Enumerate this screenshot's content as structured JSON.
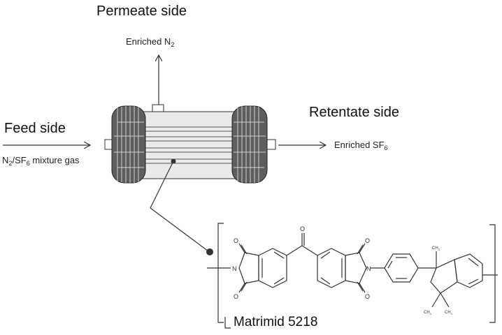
{
  "labels": {
    "permeate_side": "Permeate side",
    "enriched_n2_prefix": "Enriched N",
    "enriched_n2_sub": "2",
    "feed_side": "Feed side",
    "mixture_n": "N",
    "mixture_sub1": "2",
    "mixture_mid": "/SF",
    "mixture_sub2": "6",
    "mixture_suffix": " mixture gas",
    "retentate_side": "Retentate side",
    "enriched_sf6_prefix": "Enriched SF",
    "enriched_sf6_sub": "6",
    "polymer_name": "Matrimid 5218"
  },
  "structure_atoms": {
    "oxygen": "O",
    "nitrogen": "N",
    "methyl": "CH",
    "methyl_sub": "3"
  },
  "colors": {
    "line": "#333333",
    "module_fill": "#e6e6e6",
    "cap_fill": "#5a5a5a",
    "dot": "#333333"
  }
}
